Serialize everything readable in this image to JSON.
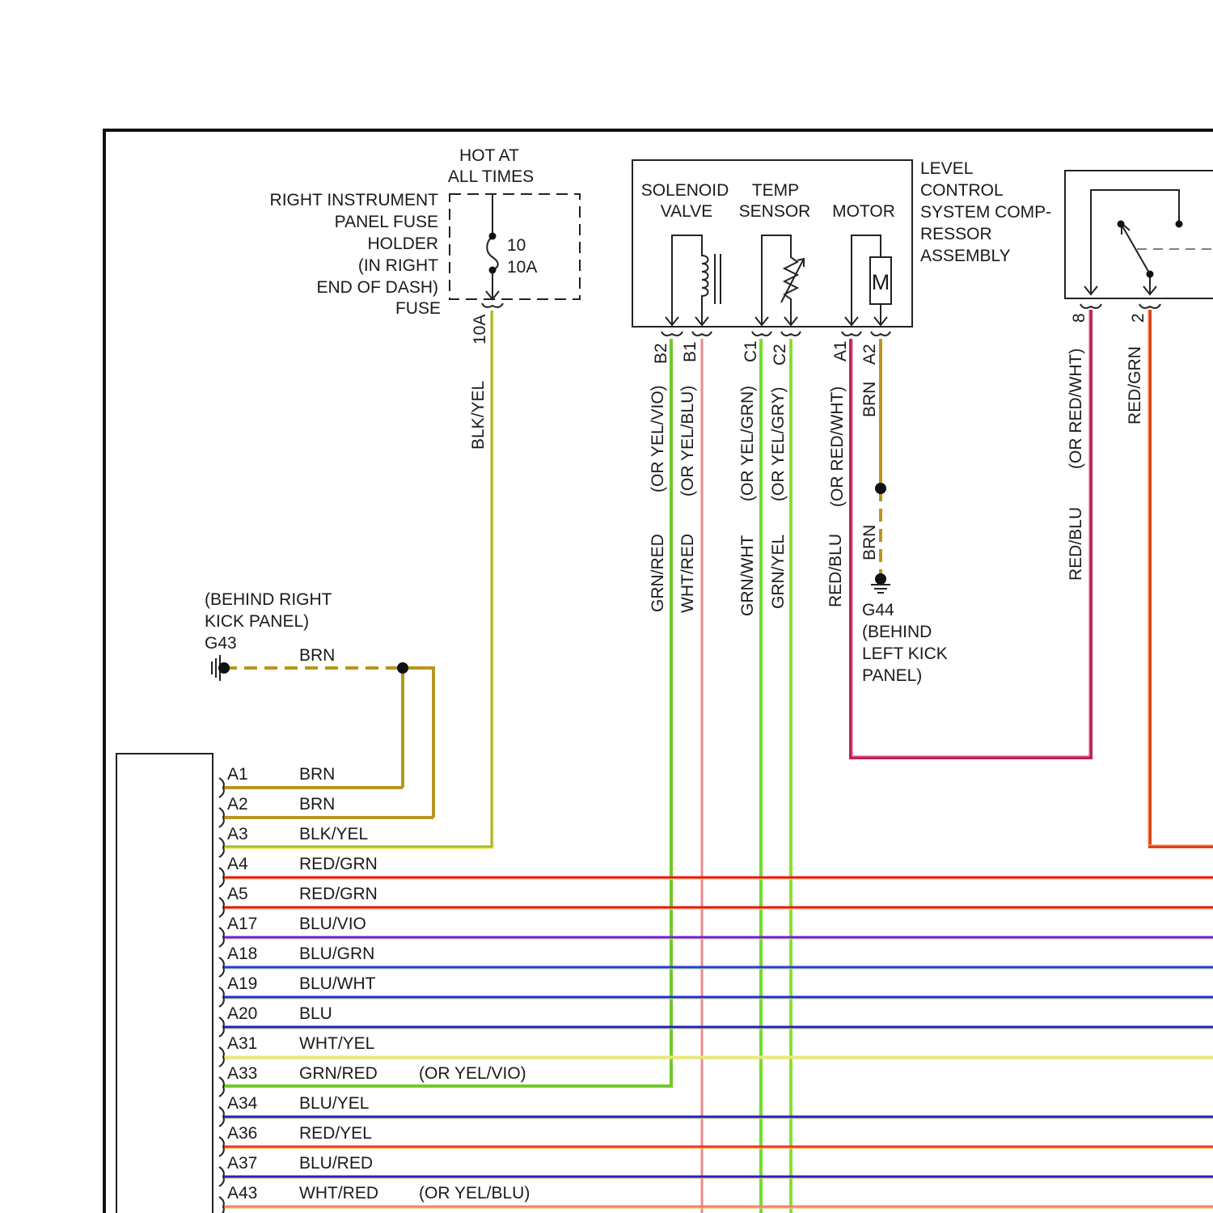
{
  "fuse": {
    "hot_line1": "HOT AT",
    "hot_line2": "ALL TIMES",
    "holder_lines": [
      "RIGHT INSTRUMENT",
      "PANEL FUSE",
      "HOLDER",
      "(IN RIGHT",
      "END OF DASH)",
      "FUSE"
    ],
    "number": "10",
    "rating": "10A",
    "pin": "10A",
    "wire": "BLK/YEL"
  },
  "ground_g43": {
    "lines": [
      "(BEHIND RIGHT",
      "KICK PANEL)",
      "G43"
    ],
    "wire": "BRN"
  },
  "compressor": {
    "components": {
      "solenoid": [
        "SOLENOID",
        "VALVE"
      ],
      "temp": [
        "TEMP",
        "SENSOR"
      ],
      "motor": "MOTOR",
      "motor_symbol": "M"
    },
    "title_lines": [
      "LEVEL",
      "CONTROL",
      "SYSTEM COMP-",
      "RESSOR",
      "ASSEMBLY"
    ],
    "pins": [
      "B2",
      "B1",
      "C1",
      "C2",
      "A1",
      "A2"
    ],
    "wires": {
      "b2": {
        "main": "GRN/RED",
        "alt": "(OR YEL/VIO)"
      },
      "b1": {
        "main": "WHT/RED",
        "alt": "(OR YEL/BLU)"
      },
      "c1": {
        "main": "GRN/WHT",
        "alt": "(OR YEL/GRN)"
      },
      "c2": {
        "main": "GRN/YEL",
        "alt": "(OR YEL/GRY)"
      },
      "a1": {
        "main": "RED/BLU",
        "alt": "(OR RED/WHT)"
      },
      "a2_upper": "BRN",
      "a2_lower": "BRN"
    }
  },
  "ground_g44": {
    "lines": [
      "G44",
      "(BEHIND",
      "LEFT KICK",
      "PANEL)"
    ]
  },
  "right_switch": {
    "pins": [
      "8",
      "2"
    ],
    "wire8": {
      "main": "RED/BLU",
      "alt": "(OR RED/WHT)"
    },
    "wire2": "RED/GRN"
  },
  "connector_rows": [
    {
      "pin": "A1",
      "wire": "BRN",
      "alt": "",
      "color": "#b8951c"
    },
    {
      "pin": "A2",
      "wire": "BRN",
      "alt": "",
      "color": "#b8951c"
    },
    {
      "pin": "A3",
      "wire": "BLK/YEL",
      "alt": "",
      "color": "#e8e830"
    },
    {
      "pin": "A4",
      "wire": "RED/GRN",
      "alt": "",
      "color": "#e81818"
    },
    {
      "pin": "A5",
      "wire": "RED/GRN",
      "alt": "",
      "color": "#e81818"
    },
    {
      "pin": "A17",
      "wire": "BLU/VIO",
      "alt": "",
      "color": "#6b20e0"
    },
    {
      "pin": "A18",
      "wire": "BLU/GRN",
      "alt": "",
      "color": "#1a40e0"
    },
    {
      "pin": "A19",
      "wire": "BLU/WHT",
      "alt": "",
      "color": "#1a30d8"
    },
    {
      "pin": "A20",
      "wire": "BLU",
      "alt": "",
      "color": "#1a22cc"
    },
    {
      "pin": "A31",
      "wire": "WHT/YEL",
      "alt": "",
      "color": "#e4ec80"
    },
    {
      "pin": "A33",
      "wire": "GRN/RED",
      "alt": "(OR YEL/VIO)",
      "color": "#6ad030"
    },
    {
      "pin": "A34",
      "wire": "BLU/YEL",
      "alt": "",
      "color": "#1a22cc"
    },
    {
      "pin": "A36",
      "wire": "RED/YEL",
      "alt": "",
      "color": "#f03030"
    },
    {
      "pin": "A37",
      "wire": "BLU/RED",
      "alt": "",
      "color": "#2a1ad0"
    },
    {
      "pin": "A43",
      "wire": "WHT/RED",
      "alt": "(OR YEL/BLU)",
      "color": "#f08080"
    }
  ],
  "colors": {
    "brn": "#b8951c",
    "blk_yel": "#c8d040",
    "grn": "#7ad828",
    "green_bright": "#66e01e",
    "pink": "#f09090",
    "red_blu": "#c02050",
    "red_grn": "#e83818"
  }
}
